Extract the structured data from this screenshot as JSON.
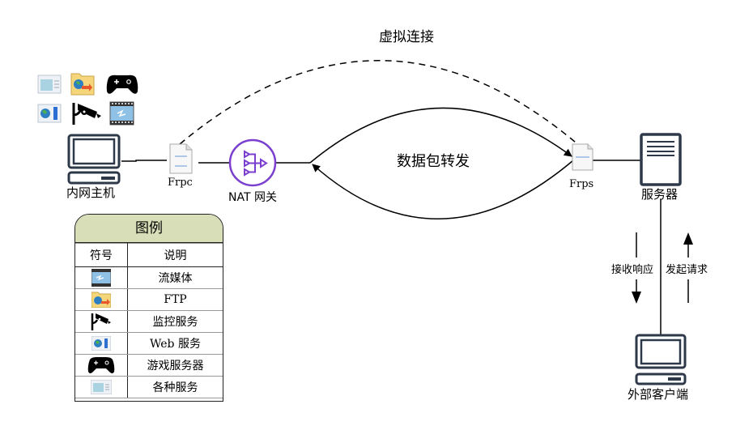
{
  "title": "Frp 内网穿透示意图",
  "nodes": {
    "intranet_host": "内网主机",
    "frpc": "Frpc",
    "nat_gateway": "NAT 网关",
    "frps": "Frps",
    "server": "服务器",
    "external_client": "外部客户端"
  },
  "edges": {
    "virtual_connection": "虚拟连接",
    "packet_forwarding": "数据包转发",
    "receive_response": "接收响应",
    "send_request": "发起请求"
  },
  "legend": {
    "title": "图例",
    "headers": [
      "符号",
      "说明"
    ],
    "rows": [
      {
        "icon": "streaming-icon",
        "label": "流媒体"
      },
      {
        "icon": "ftp-folder-icon",
        "label": "FTP"
      },
      {
        "icon": "surveillance-camera-icon",
        "label": "监控服务"
      },
      {
        "icon": "web-service-icon",
        "label": "Web 服务"
      },
      {
        "icon": "gamepad-icon",
        "label": "游戏服务器"
      },
      {
        "icon": "generic-service-icon",
        "label": "各种服务"
      }
    ]
  },
  "colors": {
    "nat_purple": "#7b3fd0",
    "device_dark": "#2d3848",
    "legend_header": "#d8dfb8"
  }
}
